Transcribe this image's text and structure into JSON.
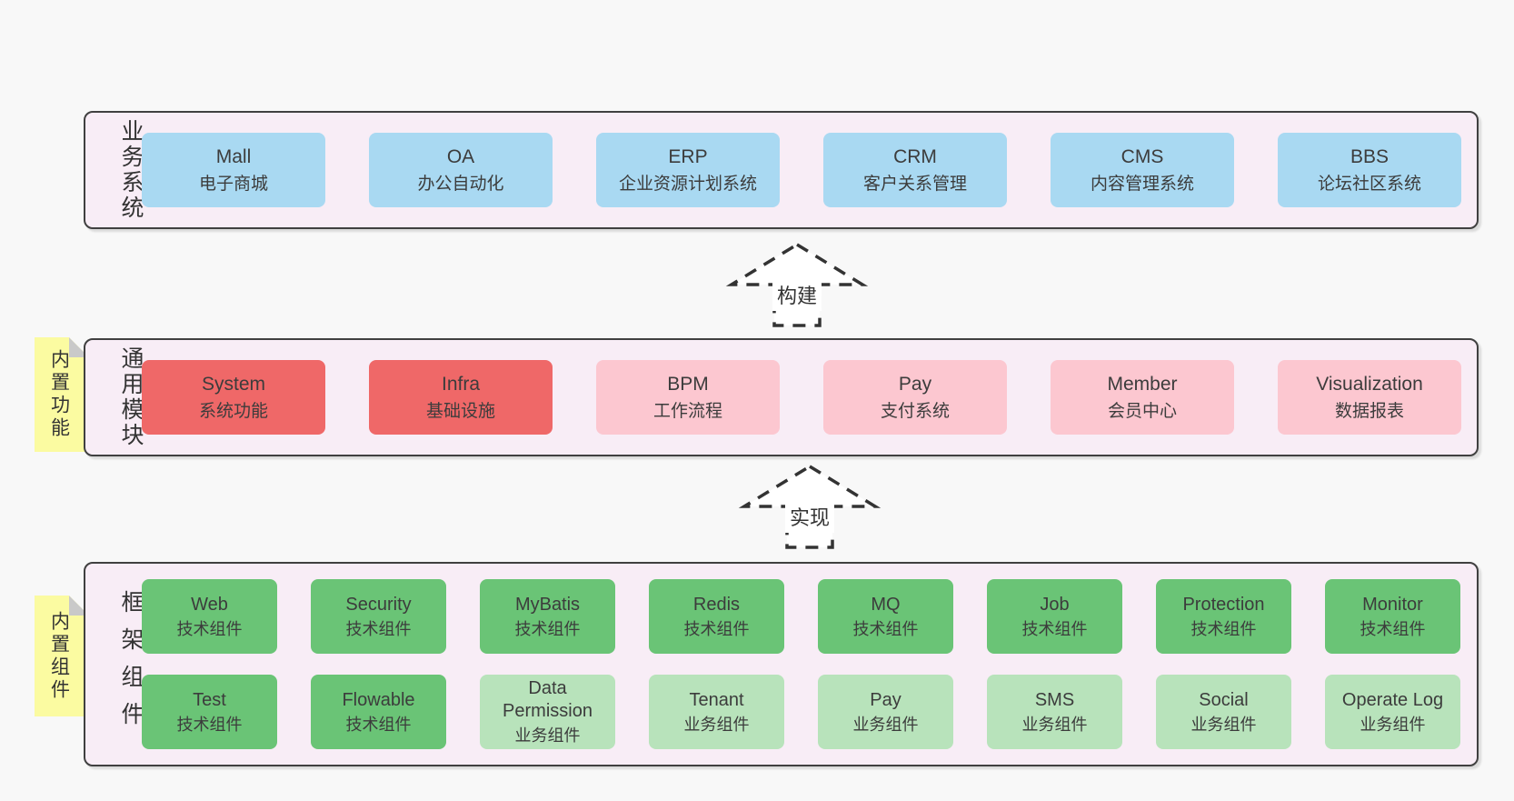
{
  "colors": {
    "background": "#f8f8f8",
    "container_fill": "#f8edf6",
    "container_border": "#404040",
    "box_blue": "#a9d9f2",
    "box_red": "#ef6868",
    "box_pink": "#fcc7d0",
    "box_green_dark": "#6ac476",
    "box_green_light": "#b8e3bb",
    "note_yellow": "#fbfba1",
    "note_fold_gray": "#c9c9c9",
    "text": "#3c3c3c"
  },
  "sections": {
    "business": {
      "label": "业务系统",
      "items": [
        {
          "name": "Mall",
          "desc": "电子商城"
        },
        {
          "name": "OA",
          "desc": "办公自动化"
        },
        {
          "name": "ERP",
          "desc": "企业资源计划系统"
        },
        {
          "name": "CRM",
          "desc": "客户关系管理"
        },
        {
          "name": "CMS",
          "desc": "内容管理系统"
        },
        {
          "name": "BBS",
          "desc": "论坛社区系统"
        }
      ]
    },
    "modules": {
      "label": "通用模块",
      "note": "内置功能",
      "items": [
        {
          "name": "System",
          "desc": "系统功能",
          "variant": "red"
        },
        {
          "name": "Infra",
          "desc": "基础设施",
          "variant": "red"
        },
        {
          "name": "BPM",
          "desc": "工作流程",
          "variant": "pink"
        },
        {
          "name": "Pay",
          "desc": "支付系统",
          "variant": "pink"
        },
        {
          "name": "Member",
          "desc": "会员中心",
          "variant": "pink"
        },
        {
          "name": "Visualization",
          "desc": "数据报表",
          "variant": "pink"
        }
      ]
    },
    "framework": {
      "label": "框架组件",
      "note": "内置组件",
      "row1": [
        {
          "name": "Web",
          "desc": "技术组件"
        },
        {
          "name": "Security",
          "desc": "技术组件"
        },
        {
          "name": "MyBatis",
          "desc": "技术组件"
        },
        {
          "name": "Redis",
          "desc": "技术组件"
        },
        {
          "name": "MQ",
          "desc": "技术组件"
        },
        {
          "name": "Job",
          "desc": "技术组件"
        },
        {
          "name": "Protection",
          "desc": "技术组件"
        },
        {
          "name": "Monitor",
          "desc": "技术组件"
        }
      ],
      "row2": [
        {
          "name": "Test",
          "desc": "技术组件",
          "variant": "green-dark"
        },
        {
          "name": "Flowable",
          "desc": "技术组件",
          "variant": "green-dark"
        },
        {
          "name": "Data Permission",
          "desc": "业务组件",
          "variant": "green-light"
        },
        {
          "name": "Tenant",
          "desc": "业务组件",
          "variant": "green-light"
        },
        {
          "name": "Pay",
          "desc": "业务组件",
          "variant": "green-light"
        },
        {
          "name": "SMS",
          "desc": "业务组件",
          "variant": "green-light"
        },
        {
          "name": "Social",
          "desc": "业务组件",
          "variant": "green-light"
        },
        {
          "name": "Operate Log",
          "desc": "业务组件",
          "variant": "green-light"
        }
      ]
    }
  },
  "arrows": {
    "build": {
      "label": "构建"
    },
    "implement": {
      "label": "实现"
    }
  }
}
